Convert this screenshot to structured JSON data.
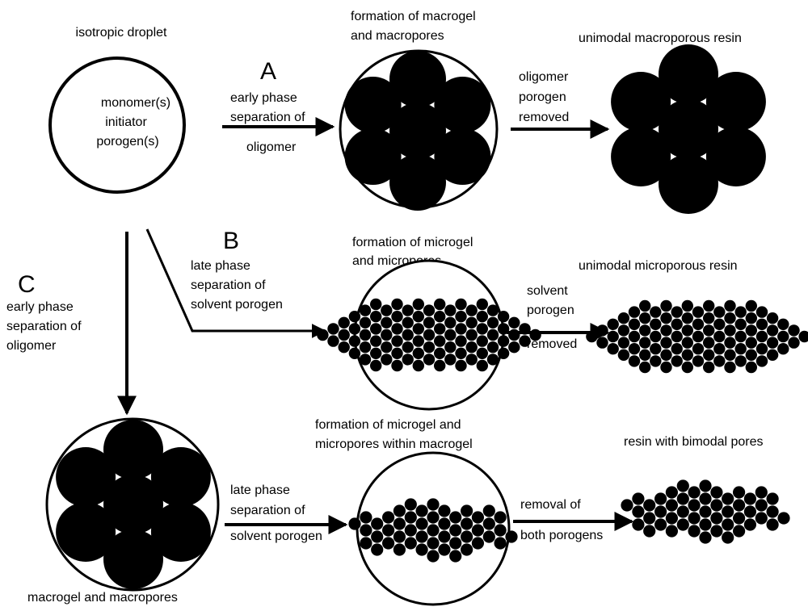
{
  "labels": {
    "isotropic_droplet": "isotropic droplet",
    "droplet_contents": [
      "monomer(s)",
      "initiator",
      "porogen(s)"
    ],
    "path_a": "A",
    "path_b": "B",
    "path_c": "C",
    "macrogel_title": [
      "formation of macrogel",
      "and macropores"
    ],
    "unimodal_macro_title": "unimodal macroporous  resin",
    "microgel_title": [
      "formation of microgel",
      "and micropores"
    ],
    "unimodal_micro_title": "unimodal microporous resin",
    "micro_in_macro_title": [
      "formation of microgel and",
      "micropores within macrogel"
    ],
    "bimodal_title": "resin with bimodal pores",
    "macrogel_caption": "macrogel and macropores",
    "arrow_a1": [
      "early phase",
      "separation of",
      "oligomer"
    ],
    "arrow_a2": [
      "oligomer",
      "porogen",
      "removed"
    ],
    "arrow_b1": [
      "late phase",
      "separation of",
      "solvent porogen"
    ],
    "arrow_b2": [
      "solvent",
      "porogen",
      "removed"
    ],
    "arrow_c1": [
      "early phase",
      "separation of",
      "oligomer"
    ],
    "arrow_c2": [
      "late phase",
      "separation of",
      "solvent porogen"
    ],
    "arrow_c3": [
      "removal of",
      "both porogens"
    ]
  }
}
